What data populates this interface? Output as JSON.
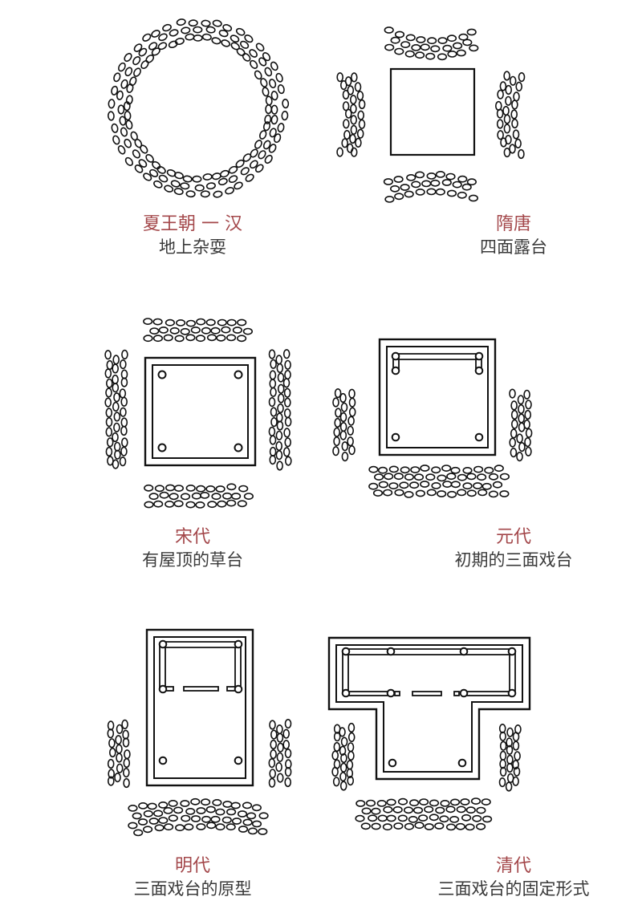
{
  "panels": [
    {
      "era": "夏王朝 一 汉",
      "desc": "地上杂耍"
    },
    {
      "era": "隋唐",
      "desc": "四面露台"
    },
    {
      "era": "宋代",
      "desc": "有屋顶的草台"
    },
    {
      "era": "元代",
      "desc": "初期的三面戏台"
    },
    {
      "era": "明代",
      "desc": "三面戏台的原型"
    },
    {
      "era": "清代",
      "desc": "三面戏台的固定形式"
    }
  ],
  "colors": {
    "era_text": "#a3474a",
    "desc_text": "#3a3a3a",
    "line": "#111111"
  }
}
